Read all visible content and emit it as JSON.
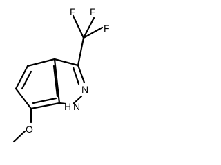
{
  "molecule": {
    "labels": {
      "fluorine_a": "F",
      "fluorine_b": "F",
      "fluorine_c": "F",
      "nitrogen": "N",
      "nh": "N",
      "nh_hydrogen": "H",
      "oxygen": "O"
    },
    "colors": {
      "bond": "#000000",
      "text": "#000000",
      "background": "#ffffff"
    }
  }
}
